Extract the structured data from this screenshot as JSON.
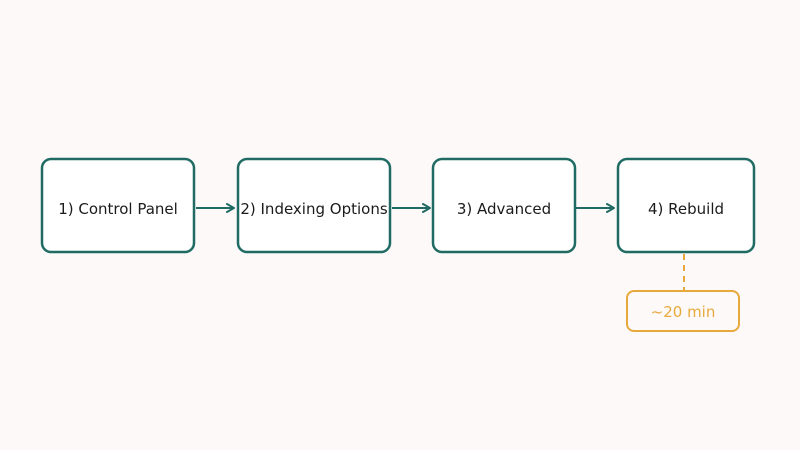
{
  "colors": {
    "background": "#fdf9f9",
    "box_stroke": "#1f6b63",
    "box_fill": "#ffffff",
    "arrow": "#1f6b63",
    "note": "#e8a93c",
    "text": "#1b1b1b"
  },
  "steps": [
    {
      "label": "1) Control Panel"
    },
    {
      "label": "2) Indexing Options"
    },
    {
      "label": "3) Advanced"
    },
    {
      "label": "4)  Rebuild"
    }
  ],
  "note": {
    "text": "~20 min",
    "attached_to_step": 4
  }
}
